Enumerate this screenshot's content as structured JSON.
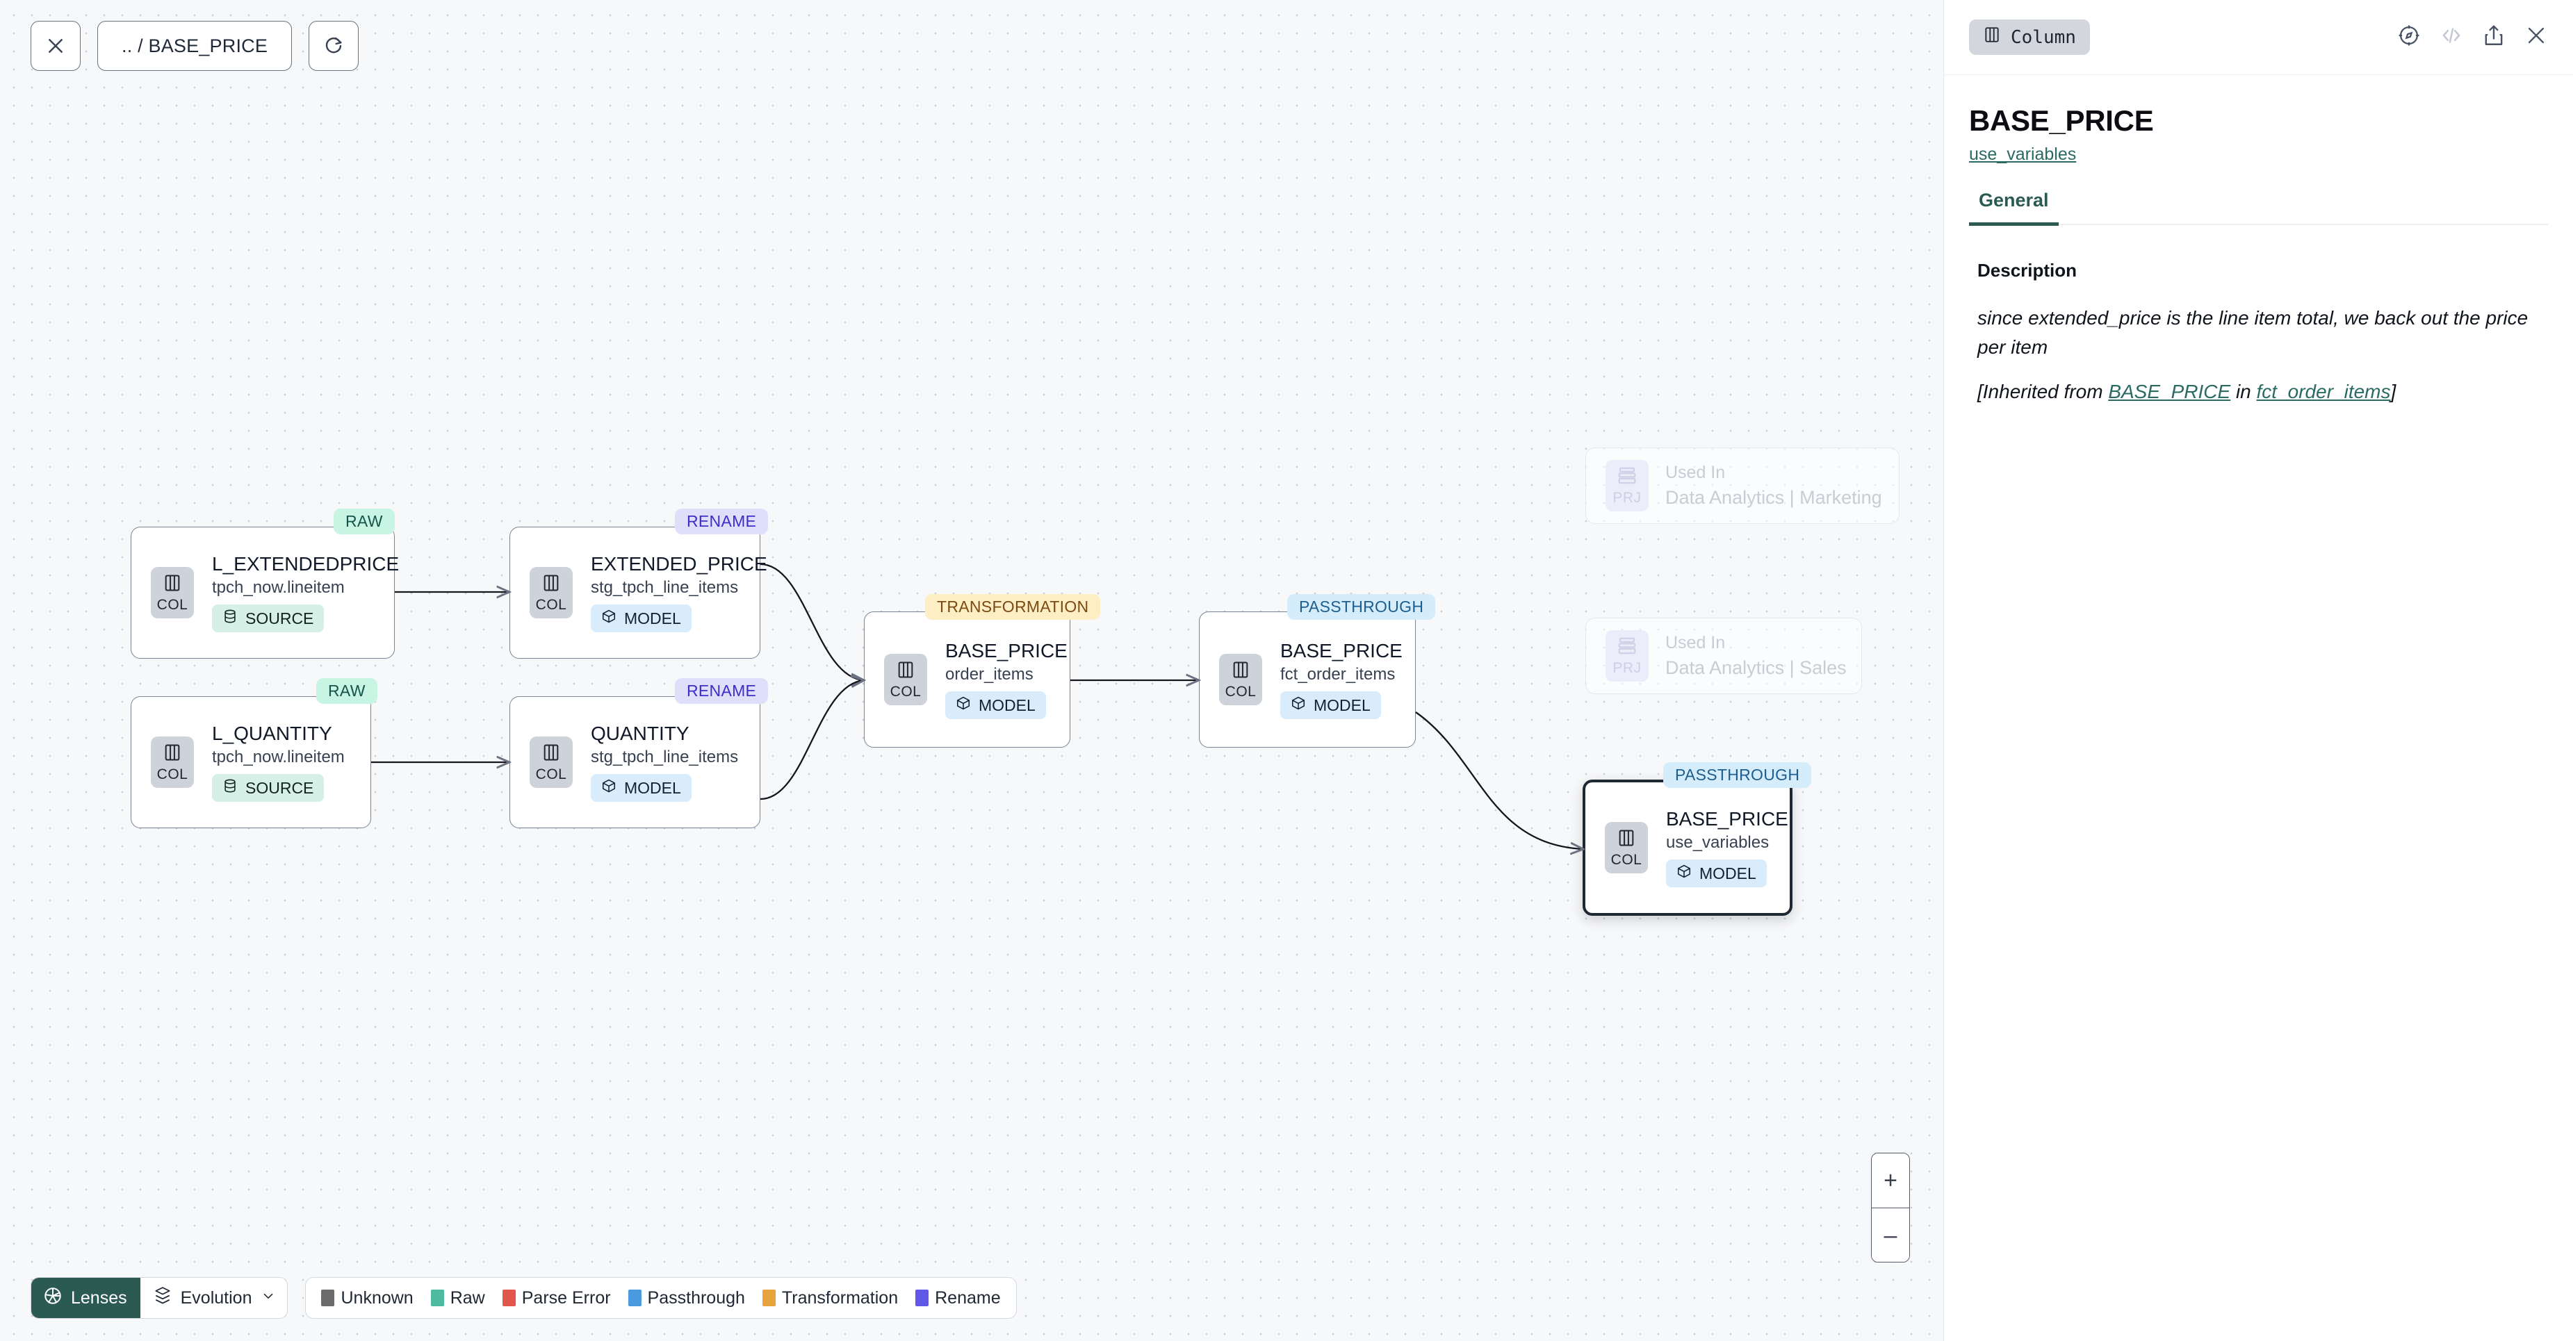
{
  "toolbar": {
    "close_icon": "close-icon",
    "breadcrumb": ".. / BASE_PRICE",
    "refresh_icon": "refresh-icon"
  },
  "graph": {
    "nodes": [
      {
        "id": "l_extendedprice",
        "tag": "RAW",
        "tag_kind": "raw",
        "badge": "COL",
        "title": "L_EXTENDEDPRICE",
        "subtitle": "tpch_now.lineitem",
        "kind": "SOURCE",
        "kind_class": "source",
        "selected": false
      },
      {
        "id": "l_quantity",
        "tag": "RAW",
        "tag_kind": "raw",
        "badge": "COL",
        "title": "L_QUANTITY",
        "subtitle": "tpch_now.lineitem",
        "kind": "SOURCE",
        "kind_class": "source",
        "selected": false
      },
      {
        "id": "extended_price",
        "tag": "RENAME",
        "tag_kind": "rename",
        "badge": "COL",
        "title": "EXTENDED_PRICE",
        "subtitle": "stg_tpch_line_items",
        "kind": "MODEL",
        "kind_class": "model",
        "selected": false
      },
      {
        "id": "quantity",
        "tag": "RENAME",
        "tag_kind": "rename",
        "badge": "COL",
        "title": "QUANTITY",
        "subtitle": "stg_tpch_line_items",
        "kind": "MODEL",
        "kind_class": "model",
        "selected": false
      },
      {
        "id": "base_price_oi",
        "tag": "TRANSFORMATION",
        "tag_kind": "transformation",
        "badge": "COL",
        "title": "BASE_PRICE",
        "subtitle": "order_items",
        "kind": "MODEL",
        "kind_class": "model",
        "selected": false
      },
      {
        "id": "base_price_fct",
        "tag": "PASSTHROUGH",
        "tag_kind": "passthrough",
        "badge": "COL",
        "title": "BASE_PRICE",
        "subtitle": "fct_order_items",
        "kind": "MODEL",
        "kind_class": "model",
        "selected": false
      },
      {
        "id": "base_price_uv",
        "tag": "PASSTHROUGH",
        "tag_kind": "passthrough",
        "badge": "COL",
        "title": "BASE_PRICE",
        "subtitle": "use_variables",
        "kind": "MODEL",
        "kind_class": "model",
        "selected": true
      }
    ],
    "ghost_nodes": [
      {
        "id": "used-in-marketing",
        "badge": "PRJ",
        "label": "Used In",
        "name": "Data Analytics | Marketing"
      },
      {
        "id": "used-in-sales",
        "badge": "PRJ",
        "label": "Used In",
        "name": "Data Analytics | Sales"
      }
    ]
  },
  "bottom": {
    "lenses_label": "Lenses",
    "evolution_label": "Evolution",
    "legend": [
      {
        "label": "Unknown",
        "color": "#6b6b6b"
      },
      {
        "label": "Raw",
        "color": "#4dbba0"
      },
      {
        "label": "Parse Error",
        "color": "#e2574c"
      },
      {
        "label": "Passthrough",
        "color": "#4a9ae0"
      },
      {
        "label": "Transformation",
        "color": "#e8a33d"
      },
      {
        "label": "Rename",
        "color": "#6258e8"
      }
    ],
    "zoom_in": "+",
    "zoom_out": "–"
  },
  "panel": {
    "chip_label": "Column",
    "title": "BASE_PRICE",
    "model_link": "use_variables",
    "tab": "General",
    "description_heading": "Description",
    "description_text": "since extended_price is the line item total, we back out the price per item",
    "inherited_prefix": "[Inherited from ",
    "inherited_column": "BASE_PRICE",
    "inherited_middle": " in ",
    "inherited_model": "fct_order_items",
    "inherited_suffix": "]"
  },
  "colors": {
    "accent_teal": "#2b5a53",
    "link_teal": "#2b6a63",
    "canvas_bg": "#f7f8fa",
    "selected_border": "#1f2733"
  }
}
